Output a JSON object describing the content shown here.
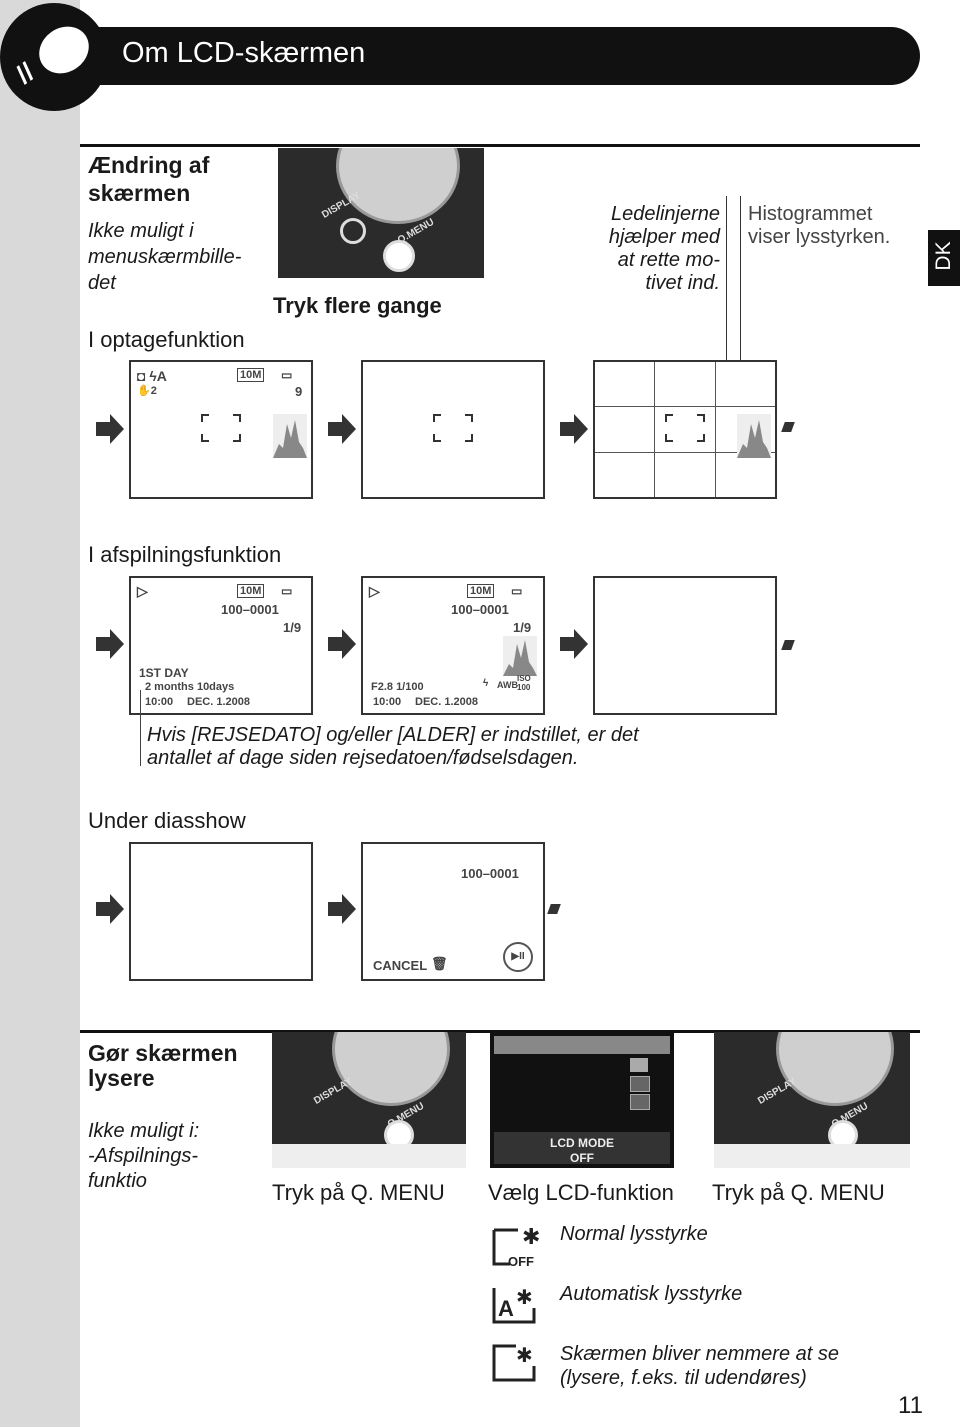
{
  "header": {
    "title": "Om LCD-skærmen"
  },
  "side_tab": {
    "label": "DK"
  },
  "section1": {
    "title": "Ændring af skærmen",
    "title_line1": "Ændring af",
    "title_line2": "skærmen",
    "note_line1": "Ikke muligt i",
    "note_line2": "menuskærmbille-",
    "note_line3": "det",
    "press_label": "Tryk flere gange",
    "guide_line1": "Ledelinjerne",
    "guide_line2": "hjælper med",
    "guide_line3": "at rette mo-",
    "guide_line4": "tivet ind.",
    "histo_line1": "Histogrammet",
    "histo_line2": "viser lysstyrken.",
    "rec_mode_label": "I optagefunktion",
    "rec_screen": {
      "shots_left": "9",
      "size_badge": "10M",
      "stab": "2"
    },
    "play_mode_label": "I afspilningsfunktion",
    "play_screen1": {
      "file_no": "100–0001",
      "frame": "1/9",
      "travel": "1ST DAY",
      "elapsed": "2 months 10days",
      "time": "10:00",
      "date": "DEC. 1.2008",
      "size_badge": "10M"
    },
    "play_screen2": {
      "file_no": "100–0001",
      "frame": "1/9",
      "aperture": "F2.8 1/100",
      "wb": "AWB",
      "iso": "ISO 100",
      "time": "10:00",
      "date": "DEC. 1.2008",
      "size_badge": "10M"
    },
    "play_note_line1": "Hvis [REJSEDATO] og/eller [ALDER] er indstillet, er det",
    "play_note_line2": "antallet af dage siden rejsedatoen/fødselsdagen.",
    "slideshow_label": "Under diasshow",
    "slideshow_screen": {
      "file_no": "100–0001",
      "cancel": "CANCEL"
    }
  },
  "section2": {
    "title_line1": "Gør skærmen",
    "title_line2": "lysere",
    "note_line1": "Ikke muligt i:",
    "note_line2": "-Afspilnings-",
    "note_line3": "funktio",
    "step1": "Tryk på Q. MENU",
    "step2": "Vælg LCD-funktion",
    "step3": "Tryk på Q. MENU",
    "menu_screen": {
      "mode_title": "LCD MODE",
      "mode_value": "OFF"
    },
    "camera_labels": {
      "display": "DISPLAY",
      "qmenu": "Q.MENU"
    },
    "options": [
      {
        "icon": "OFF",
        "text": "Normal lysstyrke"
      },
      {
        "icon": "A",
        "text": "Automatisk lysstyrke"
      },
      {
        "icon": "",
        "text_line1": "Skærmen bliver nemmere at se",
        "text_line2": "(lysere, f.eks. til udendøres)"
      }
    ]
  },
  "page_number": "11"
}
